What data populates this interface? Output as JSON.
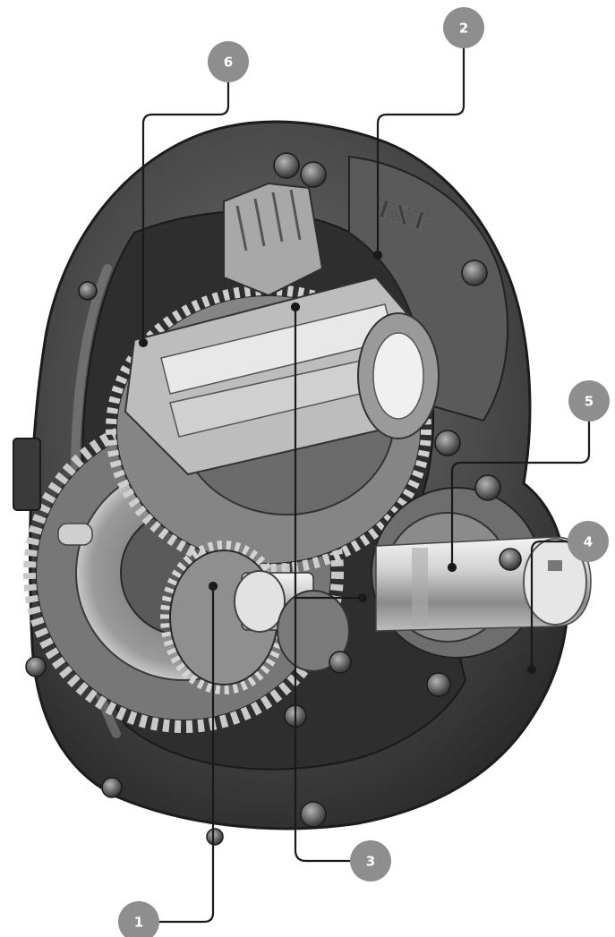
{
  "callouts": [
    {
      "id": "c1",
      "label": "1"
    },
    {
      "id": "c2",
      "label": "2"
    },
    {
      "id": "c3",
      "label": "3"
    },
    {
      "id": "c4",
      "label": "4"
    },
    {
      "id": "c5",
      "label": "5"
    },
    {
      "id": "c6",
      "label": "6"
    }
  ],
  "housing_mark": "TXT",
  "colors": {
    "badge": "#8e8e8e",
    "leader": "#1a1a1a",
    "housing": "#4a4a4a",
    "background": "#ffffff"
  }
}
